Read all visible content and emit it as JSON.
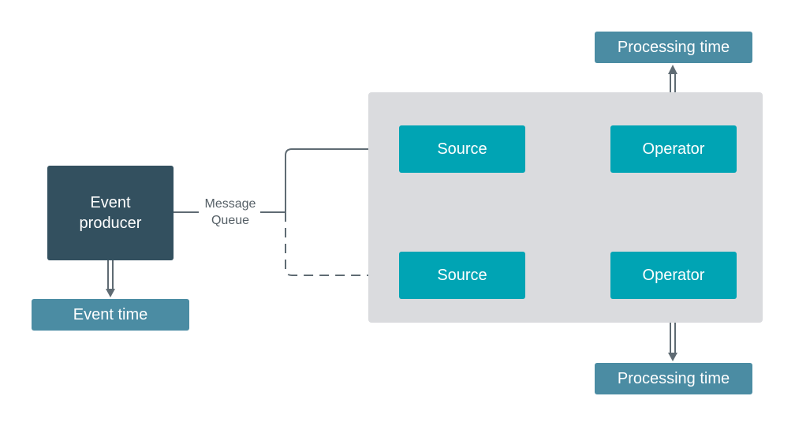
{
  "nodes": {
    "event_producer": {
      "line1": "Event",
      "line2": "producer"
    },
    "event_time": "Event time",
    "source_top": "Source",
    "source_bottom": "Source",
    "operator_top": "Operator",
    "operator_bottom": "Operator",
    "processing_time_top": "Processing time",
    "processing_time_bottom": "Processing time"
  },
  "edge_labels": {
    "message_queue": {
      "line1": "Message",
      "line2": "Queue"
    }
  },
  "colors": {
    "teal": "#00a4b4",
    "slate": "#4b8ca3",
    "dark": "#33505f",
    "cluster_bg": "#dadbde",
    "edge": "#5f6b73"
  }
}
